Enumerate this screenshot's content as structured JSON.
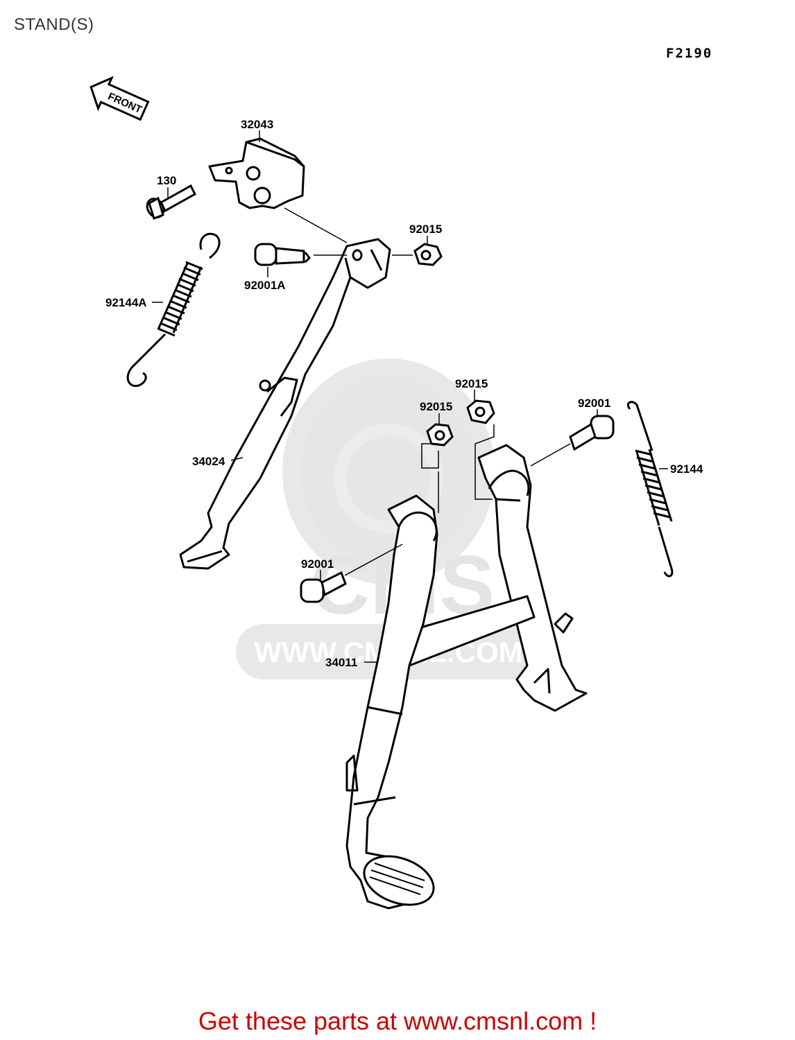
{
  "page": {
    "title": "STAND(S)",
    "figure_code": "F2190",
    "front_arrow_label": "FRONT",
    "watermark": "WWW.CMSNL.COM",
    "watermark_logo": "CMS",
    "promo_text": "Get these parts at www.cmsnl.com !",
    "colors": {
      "promo": "#cc0000",
      "title": "#333333",
      "watermark": "#e6e6e6"
    }
  },
  "parts": [
    {
      "id": "p32043",
      "number": "32043"
    },
    {
      "id": "p130",
      "number": "130"
    },
    {
      "id": "p92015a",
      "number": "92015"
    },
    {
      "id": "p92001A",
      "number": "92001A"
    },
    {
      "id": "p92144A",
      "number": "92144A"
    },
    {
      "id": "p92015b",
      "number": "92015"
    },
    {
      "id": "p92015c",
      "number": "92015"
    },
    {
      "id": "p92001a",
      "number": "92001"
    },
    {
      "id": "p92144",
      "number": "92144"
    },
    {
      "id": "p34024",
      "number": "34024"
    },
    {
      "id": "p92001b",
      "number": "92001"
    },
    {
      "id": "p34011",
      "number": "34011"
    }
  ]
}
